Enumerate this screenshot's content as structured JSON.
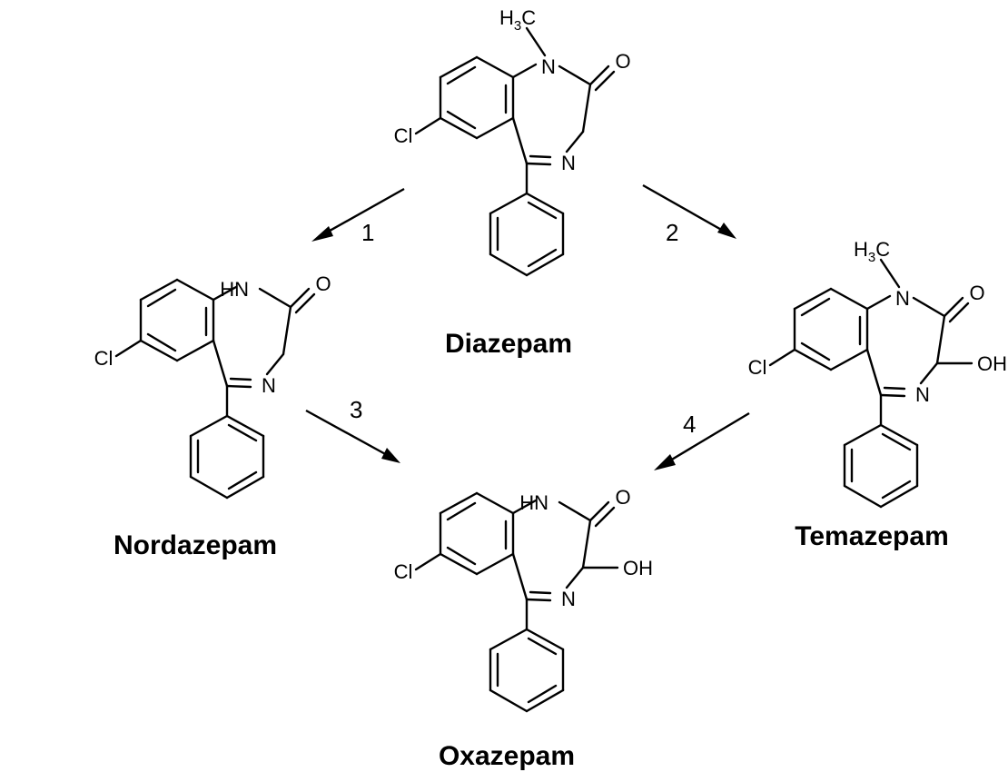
{
  "compounds": [
    {
      "id": "diazepam",
      "name": "Diazepam",
      "n_label": "N",
      "n_substituent": "H3C",
      "oh": ""
    },
    {
      "id": "nordazepam",
      "name": "Nordazepam",
      "n_label": "HN",
      "n_substituent": "",
      "oh": ""
    },
    {
      "id": "temazepam",
      "name": "Temazepam",
      "n_label": "N",
      "n_substituent": "H3C",
      "oh": "OH"
    },
    {
      "id": "oxazepam",
      "name": "Oxazepam",
      "n_label": "HN",
      "n_substituent": "",
      "oh": "OH"
    }
  ],
  "atoms": {
    "cl": "Cl",
    "o": "O",
    "n": "N",
    "h": "H",
    "c": "C",
    "sub3": "3"
  },
  "steps": [
    {
      "label": "1",
      "from": "diazepam",
      "to": "nordazepam"
    },
    {
      "label": "2",
      "from": "diazepam",
      "to": "temazepam"
    },
    {
      "label": "3",
      "from": "nordazepam",
      "to": "oxazepam"
    },
    {
      "label": "4",
      "from": "temazepam",
      "to": "oxazepam"
    }
  ]
}
